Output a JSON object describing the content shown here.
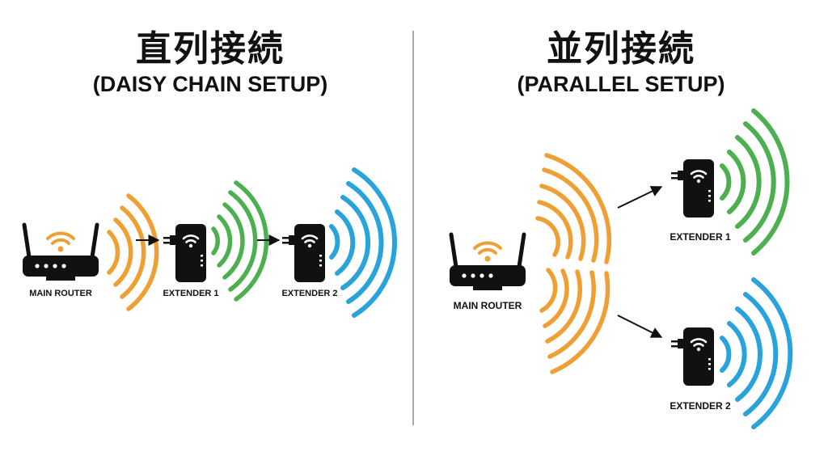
{
  "left_panel": {
    "title_jp": "直列接続",
    "title_en": "(DAISY CHAIN SETUP)",
    "router_label": "MAIN ROUTER",
    "extender1_label": "EXTENDER 1",
    "extender2_label": "EXTENDER 2"
  },
  "right_panel": {
    "title_jp": "並列接続",
    "title_en": "(PARALLEL SETUP)",
    "router_label": "MAIN ROUTER",
    "extender1_label": "EXTENDER 1",
    "extender2_label": "EXTENDER 2"
  },
  "colors": {
    "router_signal": "#ef9f33",
    "extender1_signal": "#4caf50",
    "extender2_signal": "#29a3dc",
    "device": "#111111",
    "divider": "#a9a9a9"
  },
  "icons": [
    "router-icon",
    "extender-icon",
    "wifi-icon",
    "arrow-icon"
  ]
}
